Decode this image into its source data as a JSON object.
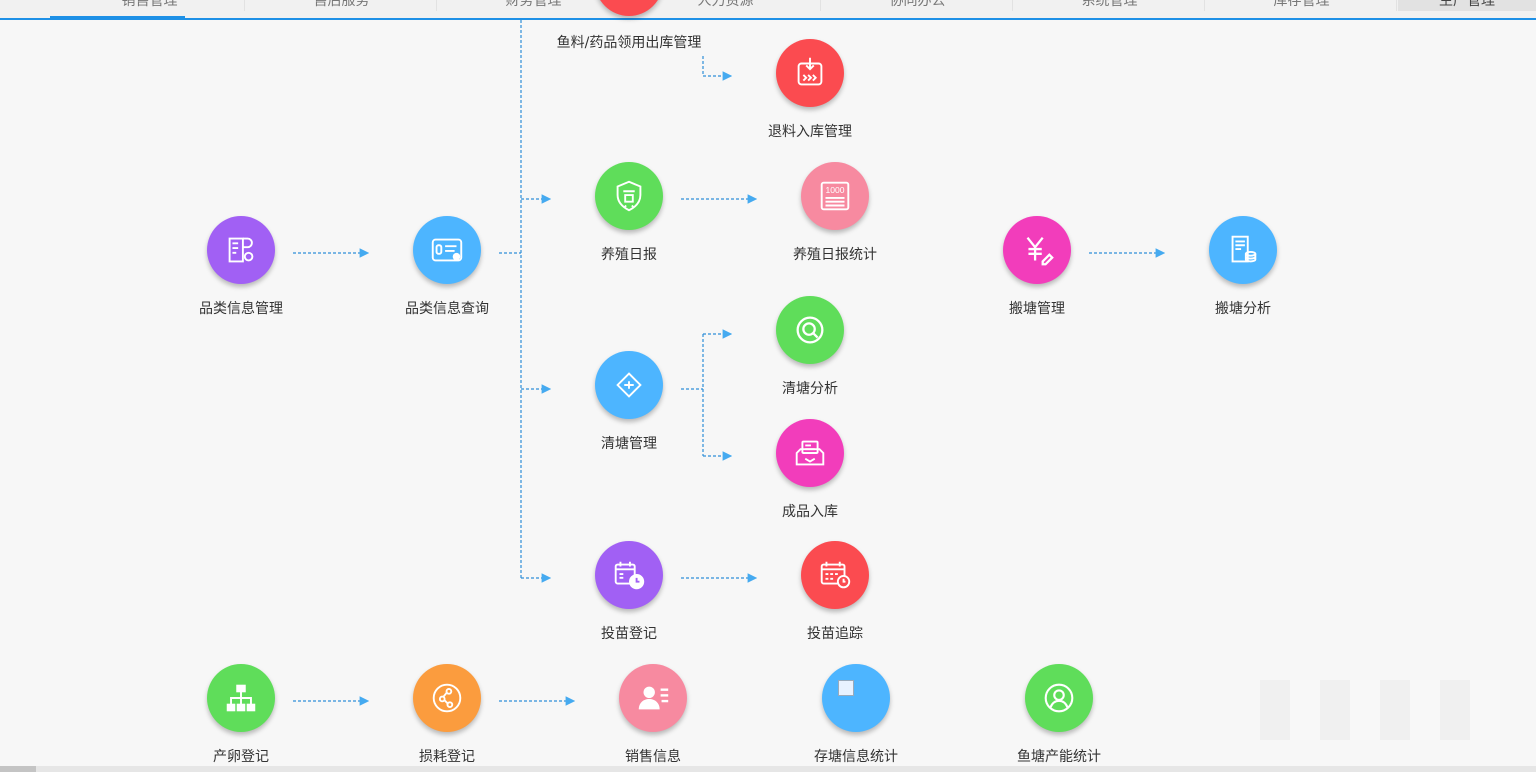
{
  "nav": {
    "tabs": [
      "销售管理",
      "售后服务",
      "财务管理",
      "人力资源",
      "协同办公",
      "系统管理",
      "库存管理",
      "生产管理"
    ]
  },
  "nodes": {
    "fishfeed": "鱼料/药品领用出库管理",
    "returnin": "退料入库管理",
    "dailyreport": "养殖日报",
    "dailystats": "养殖日报统计",
    "categorymgmt": "品类信息管理",
    "categoryquery": "品类信息查询",
    "pondmove": "搬塘管理",
    "pondmoveanalysis": "搬塘分析",
    "pondclean": "清塘管理",
    "pondcleananalysis": "清塘分析",
    "finishedin": "成品入库",
    "seedlingreg": "投苗登记",
    "seedlingtrack": "投苗追踪",
    "spawnreg": "产卵登记",
    "lossreg": "损耗登记",
    "salesinfo": "销售信息",
    "pondstats": "存塘信息统计",
    "capacitystats": "鱼塘产能统计"
  },
  "colors": {
    "accent": "#1e90e6",
    "purple": "#a160f4",
    "blue": "#4db5ff",
    "red": "#fb4b50",
    "green": "#5fdd5a",
    "pink": "#f78aa0",
    "magenta": "#f23dbb",
    "orange": "#fb9c3e"
  }
}
